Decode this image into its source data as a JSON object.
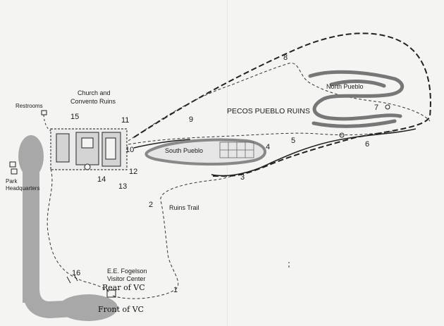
{
  "labels": {
    "restrooms": "Restrooms",
    "church": "Church and",
    "convento": "Convento Ruins",
    "park_hq_1": "Park",
    "park_hq_2": "Headquarters",
    "pecos_ruins": "PECOS PUEBLO RUINS",
    "north_pueblo": "North Pueblo",
    "south_pueblo": "South Pueblo",
    "ruins_trail": "Ruins Trail",
    "visitor_center_1": "E.E. Fogelson",
    "visitor_center_2": "Visitor Center",
    "rear_vc": "Rear of VC",
    "front_vc": "Front of VC"
  },
  "stops": [
    "1",
    "2",
    "3",
    "4",
    "5",
    "6",
    "7",
    "8",
    "9",
    "10",
    "11",
    "12",
    "13",
    "14",
    "15",
    "16"
  ],
  "colors": {
    "paper": "#f4f4f2",
    "road": "#a8a8a8",
    "ink": "#1a1a1a",
    "ruin": "#c9c9c9"
  },
  "icons": [
    "building-icon",
    "parking-icon",
    "trail-path",
    "road-path"
  ]
}
